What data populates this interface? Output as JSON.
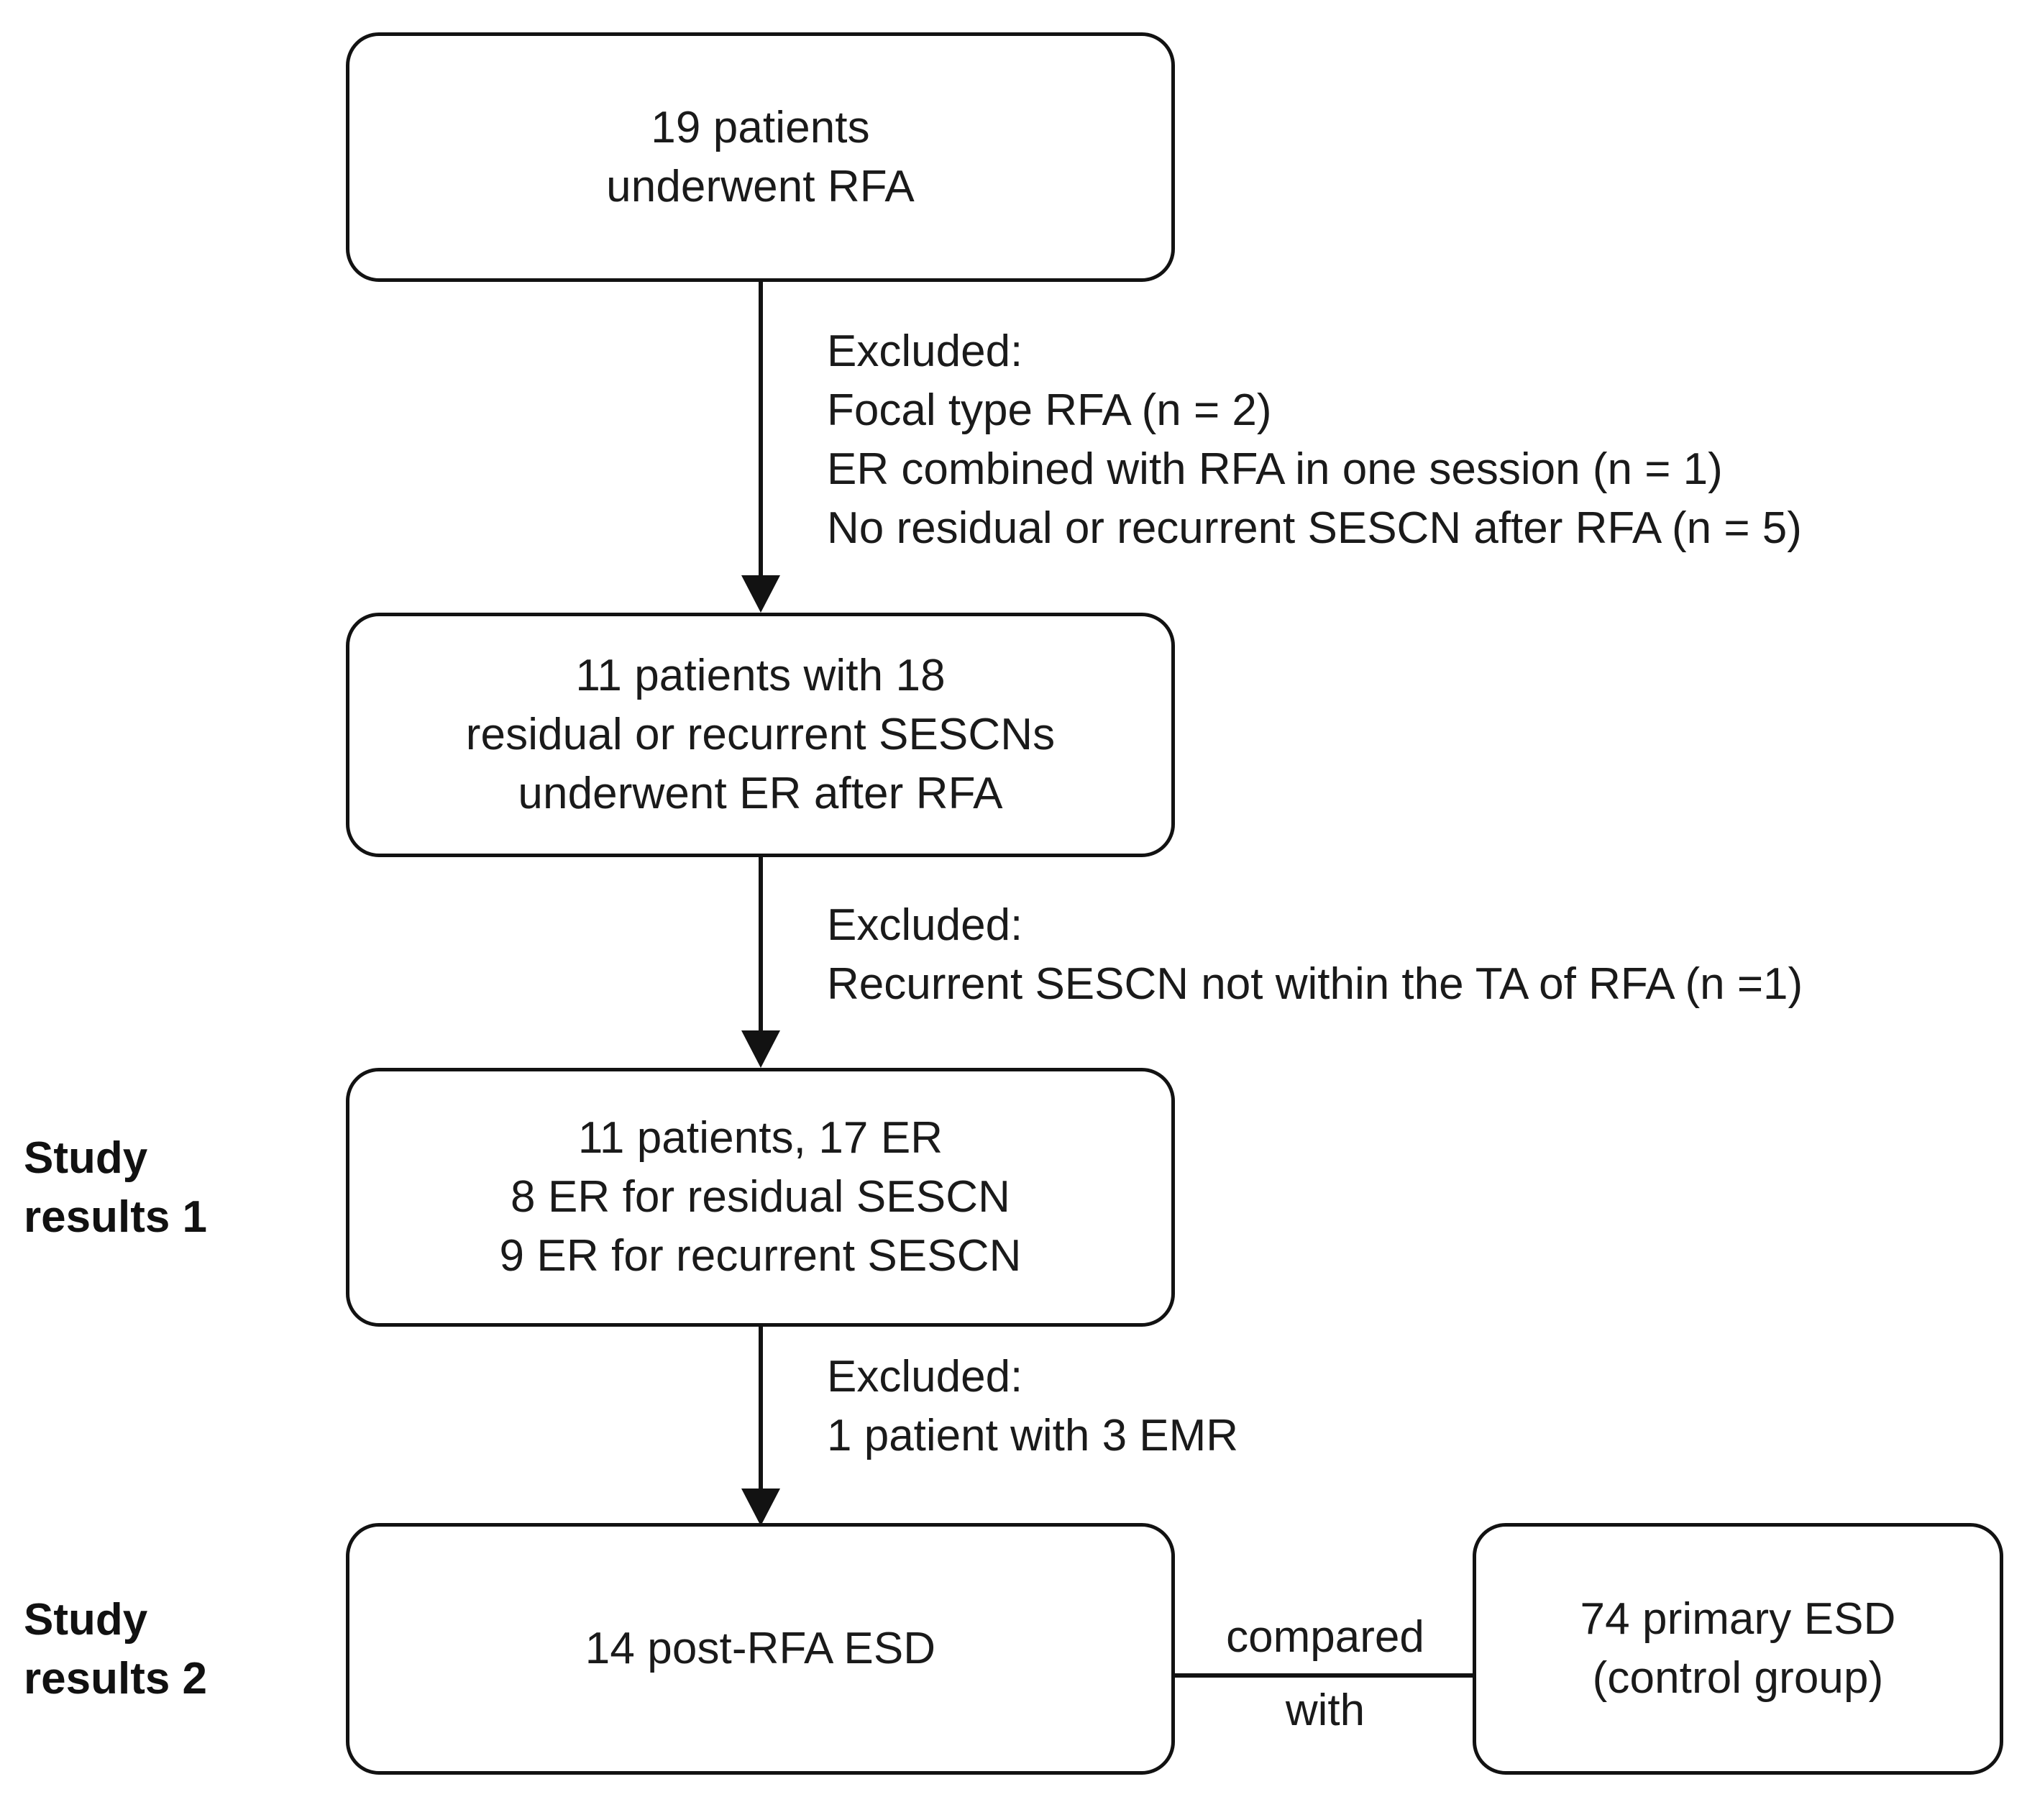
{
  "figure": {
    "type": "flowchart",
    "orientation": "top-to-bottom",
    "background_color": "#ffffff",
    "line_color": "#121212",
    "text_color": "#1a1a1a"
  },
  "nodes": [
    {
      "id": "node-1",
      "text": "19 patients\nunderwent RFA"
    },
    {
      "id": "node-2",
      "text": "11 patients with 18\nresidual or recurrent SESCNs\nunderwent ER after RFA"
    },
    {
      "id": "node-3",
      "text": "11 patients, 17 ER\n8 ER for residual SESCN\n9 ER for recurrent SESCN"
    },
    {
      "id": "node-4",
      "text": "14 post-RFA ESD"
    },
    {
      "id": "node-5",
      "text": "74 primary ESD\n(control group)"
    }
  ],
  "edge_labels": {
    "exclusion_1": "Excluded:\nFocal type RFA (n = 2)\nER combined with RFA in one session (n = 1)\nNo residual or recurrent SESCN after RFA (n = 5)",
    "exclusion_2": "Excluded:\nRecurrent SESCN not within the TA of RFA (n =1)",
    "exclusion_3": "Excluded:\n1 patient with 3 EMR",
    "comparison_top": "compared",
    "comparison_bottom": "with"
  },
  "side_labels": {
    "study_results_1": "Study\nresults 1",
    "study_results_2": "Study\nresults 2"
  }
}
